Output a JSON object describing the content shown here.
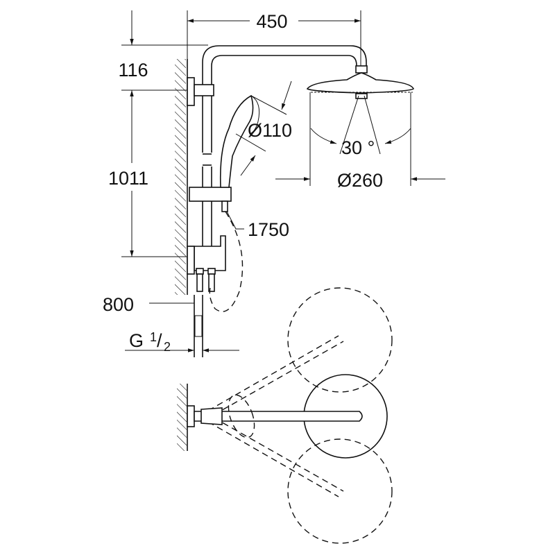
{
  "dimensions": {
    "width_arm": "450",
    "top_offset": "116",
    "rail_height": "1011",
    "handshower_diameter": "Ø110",
    "spray_angle": "30 °",
    "head_diameter": "Ø260",
    "hose_length": "1750",
    "supply_length": "800",
    "thread_g": "G",
    "thread_num": "1",
    "thread_den": "2"
  }
}
